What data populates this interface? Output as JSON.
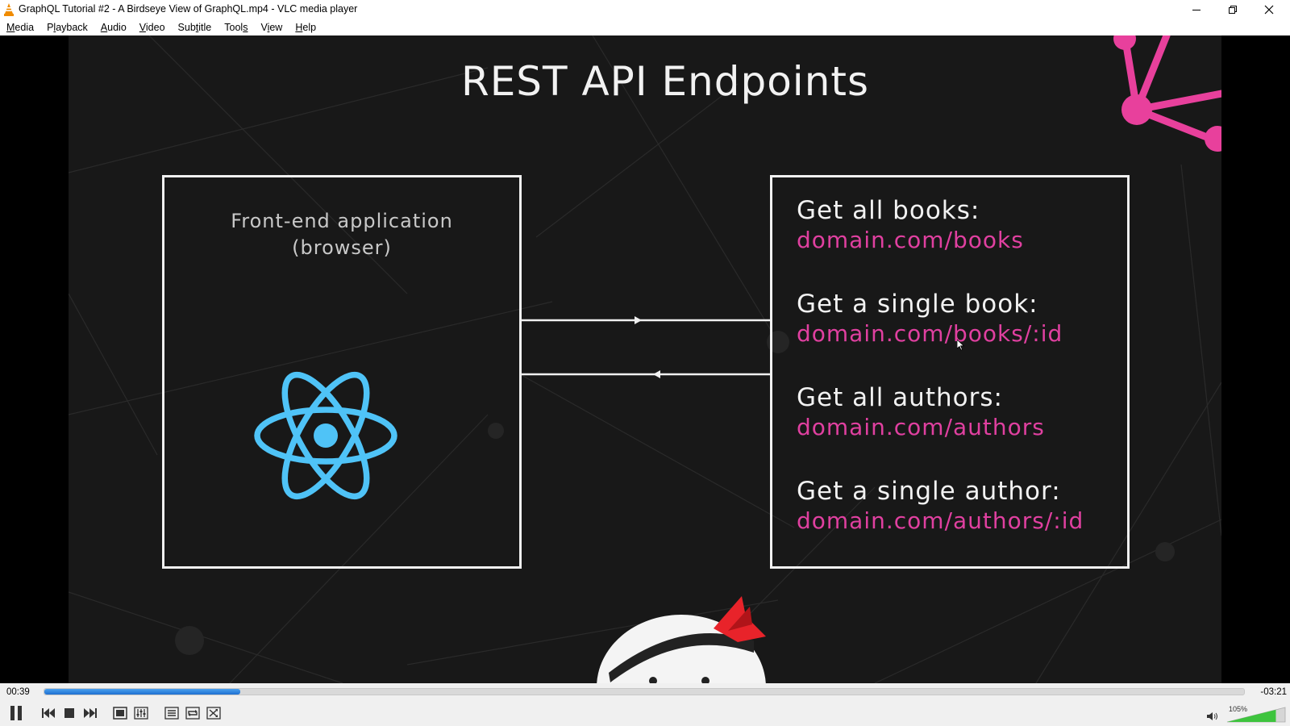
{
  "window": {
    "title": "GraphQL Tutorial #2 - A Birdseye View of GraphQL.mp4 - VLC media player"
  },
  "menu": [
    {
      "label": "Media",
      "key": "M"
    },
    {
      "label": "Playback",
      "key": "l"
    },
    {
      "label": "Audio",
      "key": "A"
    },
    {
      "label": "Video",
      "key": "V"
    },
    {
      "label": "Subtitle",
      "key": "t"
    },
    {
      "label": "Tools",
      "key": "s"
    },
    {
      "label": "View",
      "key": "i"
    },
    {
      "label": "Help",
      "key": "H"
    }
  ],
  "slide": {
    "title": "REST API Endpoints",
    "frontend_line1": "Front-end application",
    "frontend_line2": "(browser)",
    "endpoints": [
      {
        "label": "Get all books:",
        "url": "domain.com/books"
      },
      {
        "label": "Get a single book:",
        "url": "domain.com/books/:id"
      },
      {
        "label": "Get all authors:",
        "url": "domain.com/authors"
      },
      {
        "label": "Get a single author:",
        "url": "domain.com/authors/:id"
      }
    ],
    "colors": {
      "accent_pink": "#e040a0",
      "react_blue": "#4fc3f7",
      "ninja_red": "#e8232a"
    }
  },
  "player": {
    "elapsed": "00:39",
    "remaining": "-03:21",
    "progress": 0.163,
    "volume_label": "105%",
    "volume": 1.05,
    "accent_blue": "#1e6fd0"
  },
  "icons": {
    "app": "vlc-cone-icon",
    "minimize": "minimize-icon",
    "maximize": "restore-icon",
    "close": "close-icon",
    "pause": "pause-icon",
    "prev": "previous-icon",
    "stop": "stop-icon",
    "next": "next-icon",
    "fullscreen": "fullscreen-icon",
    "extended": "extended-settings-icon",
    "playlist": "playlist-icon",
    "loop": "loop-icon",
    "random": "random-icon",
    "volume": "speaker-icon"
  }
}
